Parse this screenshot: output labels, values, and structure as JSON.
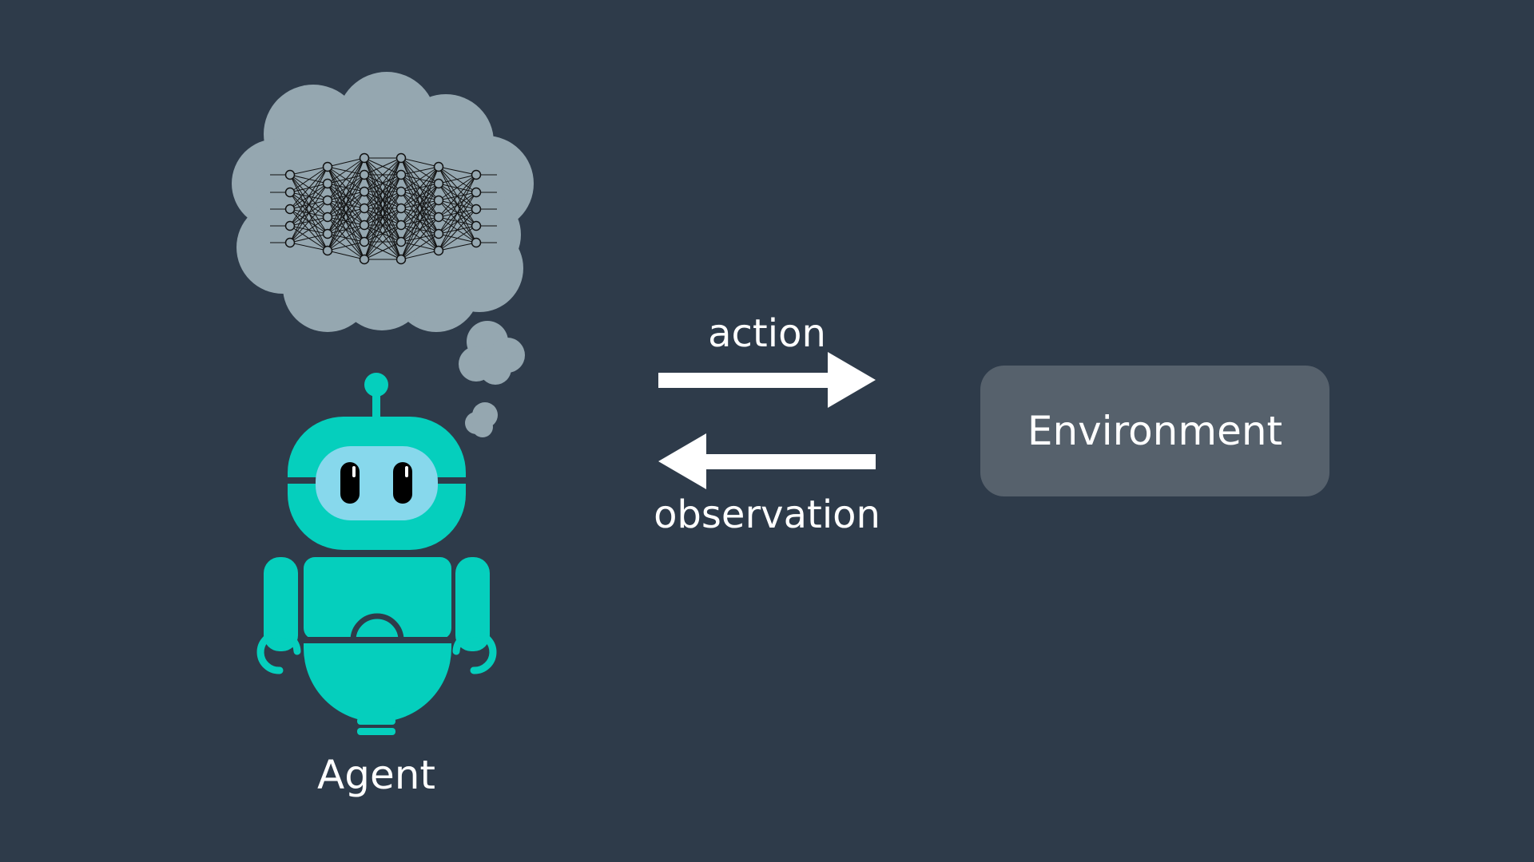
{
  "diagram": {
    "agent_label": "Agent",
    "environment_label": "Environment",
    "action_label": "action",
    "observation_label": "observation",
    "thought_content": "neural-network",
    "colors": {
      "background": "#2e3b4a",
      "robot": "#05cfbd",
      "visor": "#87d8ec",
      "cloud": "#95a7b0",
      "environment_box": "#56616c",
      "arrow": "#ffffff",
      "text": "#ffffff"
    }
  }
}
